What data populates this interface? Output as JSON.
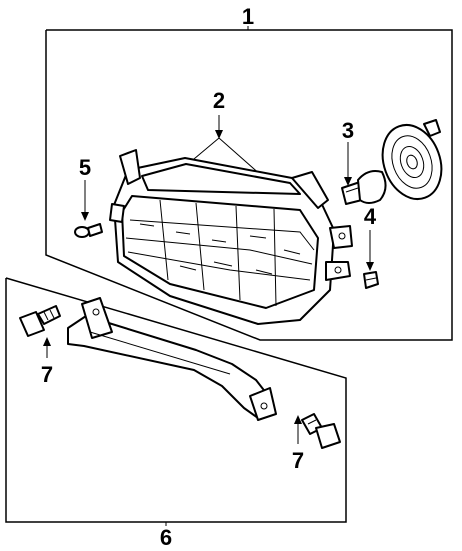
{
  "callouts": {
    "c1": "1",
    "c2": "2",
    "c3": "3",
    "c4": "4",
    "c5": "5",
    "c6": "6",
    "c7a": "7",
    "c7b": "7"
  },
  "parts": [
    {
      "callout": "1",
      "icon": "headlamp-assembly-group"
    },
    {
      "callout": "2",
      "icon": "headlamp-housing"
    },
    {
      "callout": "3",
      "icon": "bulb"
    },
    {
      "callout": "4",
      "icon": "clip"
    },
    {
      "callout": "5",
      "icon": "screw"
    },
    {
      "callout": "6",
      "icon": "mounting-bracket-group"
    },
    {
      "callout": "7",
      "icon": "bolt"
    }
  ]
}
